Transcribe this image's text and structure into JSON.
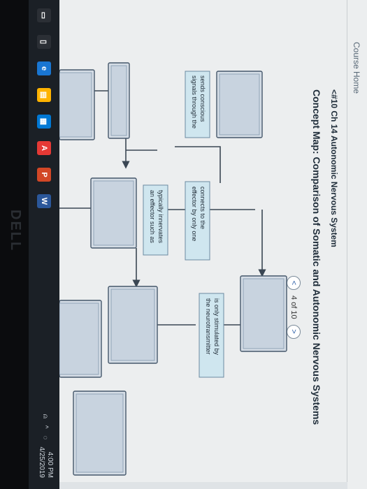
{
  "header": {
    "course_home": "Course Home",
    "assignment_title": "#10 Ch 14 Autonomic Nervous System",
    "page_title": "Concept Map: Comparison of Somatic and Autonomic Nervous Systems"
  },
  "pager": {
    "counter": "4 of 10"
  },
  "labels": {
    "innervates": [
      "typically innervates",
      "an effector such as"
    ],
    "only_one": [
      "connects to the",
      "effector by only one"
    ],
    "conscious": [
      "sends conscious",
      "signals through the"
    ],
    "neurotransmitter": [
      "is only stimulated by",
      "the neurotransmitter"
    ]
  },
  "taskbar": {
    "time": "4:00 PM",
    "date": "4/25/2019"
  },
  "brand": {
    "logo": "DELL"
  },
  "colors": {
    "screen_background": "#eceeef",
    "concept_box_fill": "#d5dde6",
    "label_fill": "#cfe6ef",
    "connector": "#3a4653",
    "taskbar": "#1b2026"
  },
  "icons": [
    "back-chevron-icon",
    "chevron-left-icon",
    "chevron-right-icon",
    "edge-browser-icon",
    "file-explorer-icon",
    "pdf-reader-icon",
    "powerpoint-icon",
    "word-icon",
    "network-icon"
  ]
}
